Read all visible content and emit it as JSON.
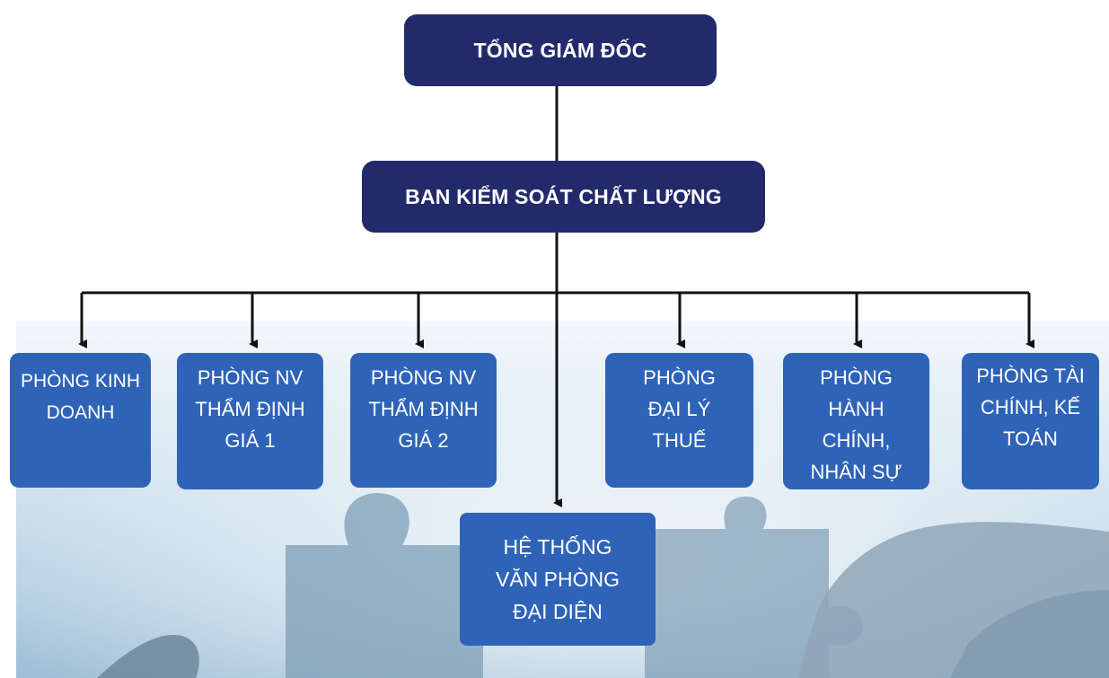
{
  "nodes": {
    "ceo": "TỔNG GIÁM ĐỐC",
    "quality_board": "BAN KIỂM SOÁT CHẤT LƯỢNG",
    "departments": [
      "PHÒNG KINH DOANH",
      "PHÒNG NV THẨM ĐỊNH GIÁ 1",
      "PHÒNG NV THẨM ĐỊNH GIÁ 2",
      "PHÒNG ĐẠI LÝ THUẾ",
      "PHÒNG HÀNH CHÍNH, NHÂN SỰ",
      "PHÒNG TÀI CHÍNH, KẾ TOÁN"
    ],
    "representative_offices": "HỆ THỐNG VĂN PHÒNG ĐẠI DIỆN"
  },
  "colors": {
    "top_box": "#232a6b",
    "dept_box": "#2e63b8",
    "connector": "#111111"
  }
}
